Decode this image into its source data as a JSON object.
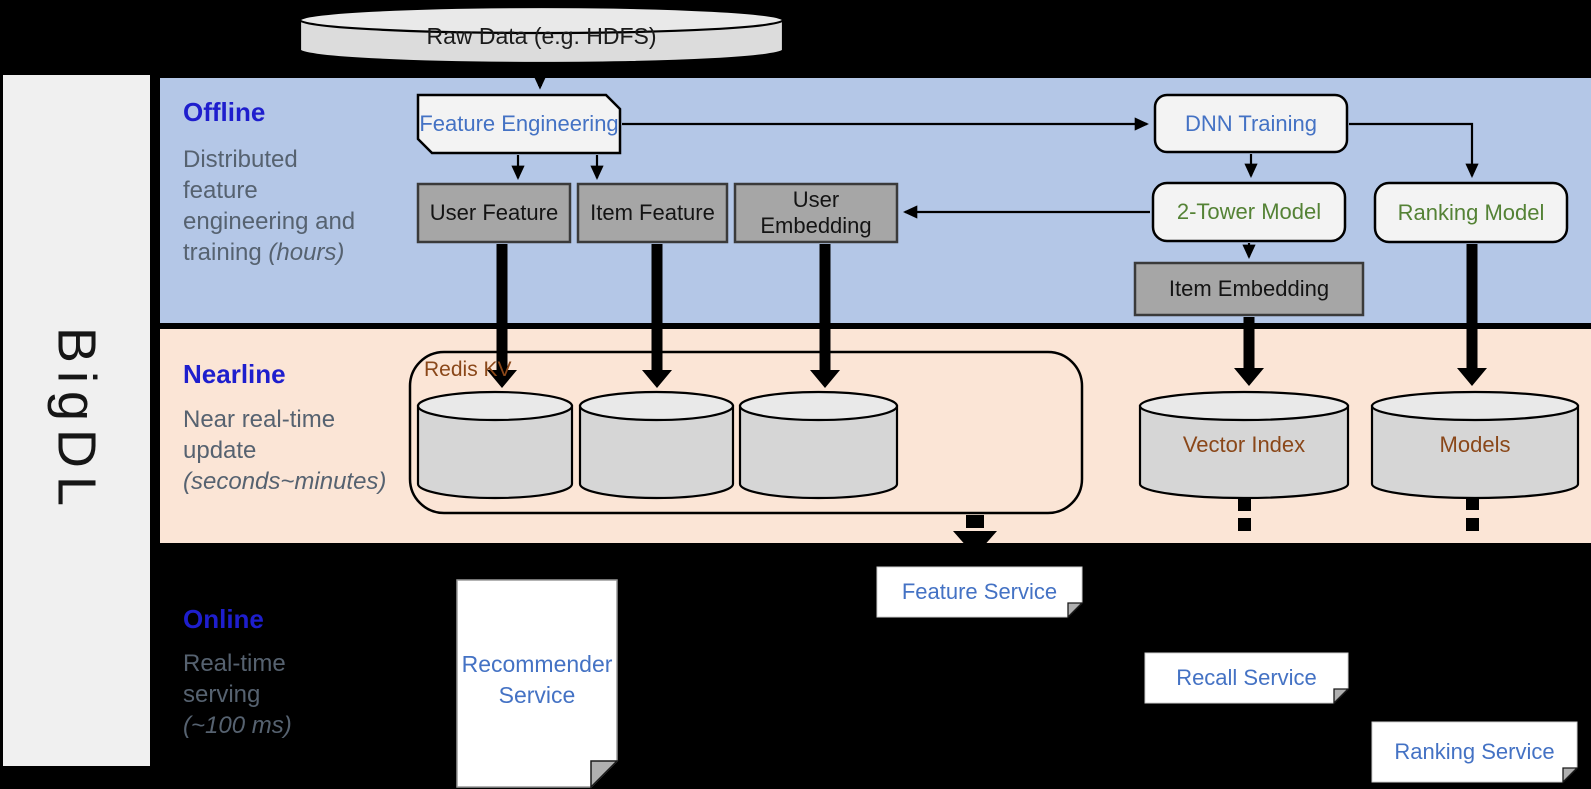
{
  "brand": "BigDL",
  "raw_data_label": "Raw Data (e.g. HDFS)",
  "lanes": {
    "offline": {
      "title": "Offline",
      "description": "Distributed feature engineering and training",
      "duration": "(hours)"
    },
    "nearline": {
      "title": "Nearline",
      "description": "Near real-time update",
      "duration": "(seconds~minutes)"
    },
    "online": {
      "title": "Online",
      "description": "Real-time serving",
      "duration": "(~100 ms)"
    }
  },
  "offline_nodes": {
    "feature_engineering": "Feature Engineering",
    "user_feature": "User Feature",
    "item_feature": "Item Feature",
    "user_embedding": "User Embedding",
    "dnn_training": "DNN Training",
    "two_tower_model": "2-Tower Model",
    "ranking_model": "Ranking Model",
    "item_embedding": "Item Embedding"
  },
  "nearline_nodes": {
    "redis_kv": "Redis KV",
    "vector_index": "Vector Index",
    "models": "Models"
  },
  "online_nodes": {
    "recommender_service": "Recommender Service",
    "feature_service": "Feature Service",
    "recall_service": "Recall Service",
    "ranking_service": "Ranking Service"
  },
  "colors": {
    "background": "#000000",
    "sidebar": "#f0f0f0",
    "offline_band": "#b4c7e7",
    "nearline_band": "#fbe5d6",
    "lane_title": "#1e1ecd",
    "lane_text": "#566270",
    "node_blue_text": "#4472c4",
    "node_green_text": "#548235",
    "node_brown_text": "#8a4719",
    "gray_box": "#a6a6a6",
    "light_box": "#f3f3f3",
    "cylinder": "#d6d6d6",
    "service_box": "#ffffff"
  }
}
